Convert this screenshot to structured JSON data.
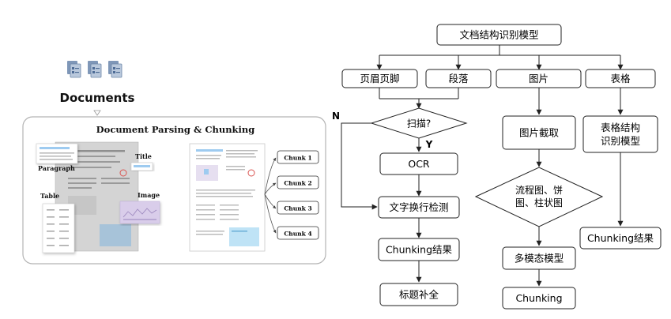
{
  "left": {
    "documents_label": "Documents",
    "panel_title": "Document Parsing & Chunking",
    "overlay_labels": {
      "title": "Title",
      "paragraph": "Paragraph",
      "table": "Table",
      "image": "Image"
    },
    "chunks": [
      "Chunk 1",
      "Chunk 2",
      "Chunk 3",
      "Chunk 4"
    ]
  },
  "flowchart": {
    "root": "文档结构识别模型",
    "branches": [
      "页眉页脚",
      "段落",
      "图片",
      "表格"
    ],
    "scan_question": "扫描?",
    "edge_no": "N",
    "edge_yes": "Y",
    "ocr": "OCR",
    "line_detection": "文字换行检测",
    "chunking_result_text": "Chunking结果",
    "title_complete": "标题补全",
    "image_crop": "图片截取",
    "image_types_line1": "流程图、饼",
    "image_types_line2": "图、柱状图",
    "multimodal_model": "多模态模型",
    "chunking_image": "Chunking",
    "table_model_line1": "表格结构",
    "table_model_line2": "识别模型",
    "chunking_result_table": "Chunking结果"
  },
  "colors": {
    "box_stroke": "#222222",
    "highlight_blue": "#9ecbf0",
    "seal_red": "#d9534f",
    "image_purple": "#d9cdea"
  }
}
